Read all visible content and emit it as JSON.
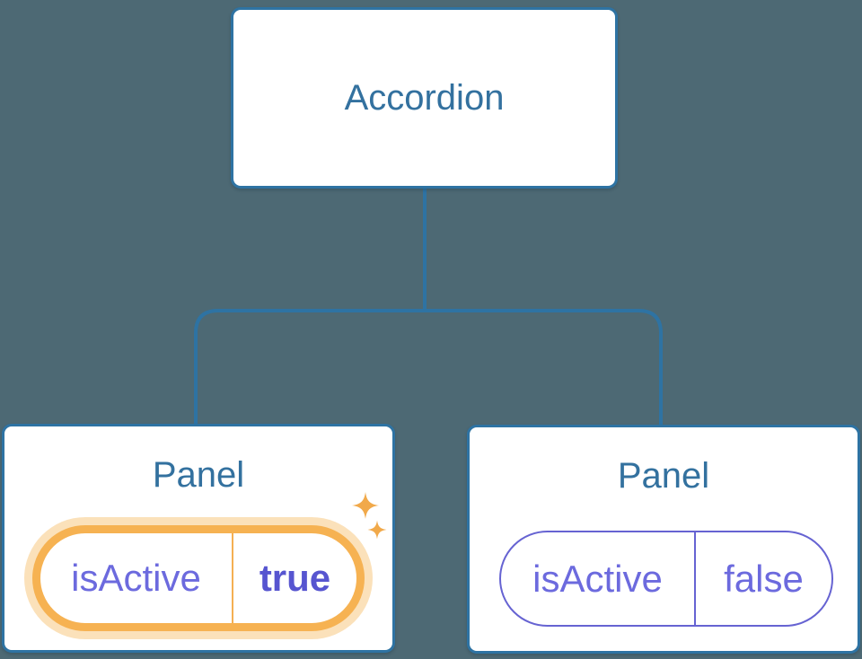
{
  "diagram": {
    "root": {
      "label": "Accordion"
    },
    "children": [
      {
        "title": "Panel",
        "state": {
          "name": "isActive",
          "value": "true",
          "highlighted": true
        }
      },
      {
        "title": "Panel",
        "state": {
          "name": "isActive",
          "value": "false",
          "highlighted": false
        }
      }
    ]
  },
  "icons": {
    "sparkle": "sparkle-icon"
  },
  "colors": {
    "background": "#4d6974",
    "node_border": "#2e73a3",
    "node_fill": "#ffffff",
    "title_text": "#33719f",
    "connector": "#2e73a3",
    "state_text": "#6c6ade",
    "state_value_active": "#5755d0",
    "state_border": "#6663d2",
    "highlight": "#f6b252",
    "highlight_glow": "#fbe1ba",
    "highlight_divider": "#f4af52",
    "sparkle": "#f1a94a"
  }
}
